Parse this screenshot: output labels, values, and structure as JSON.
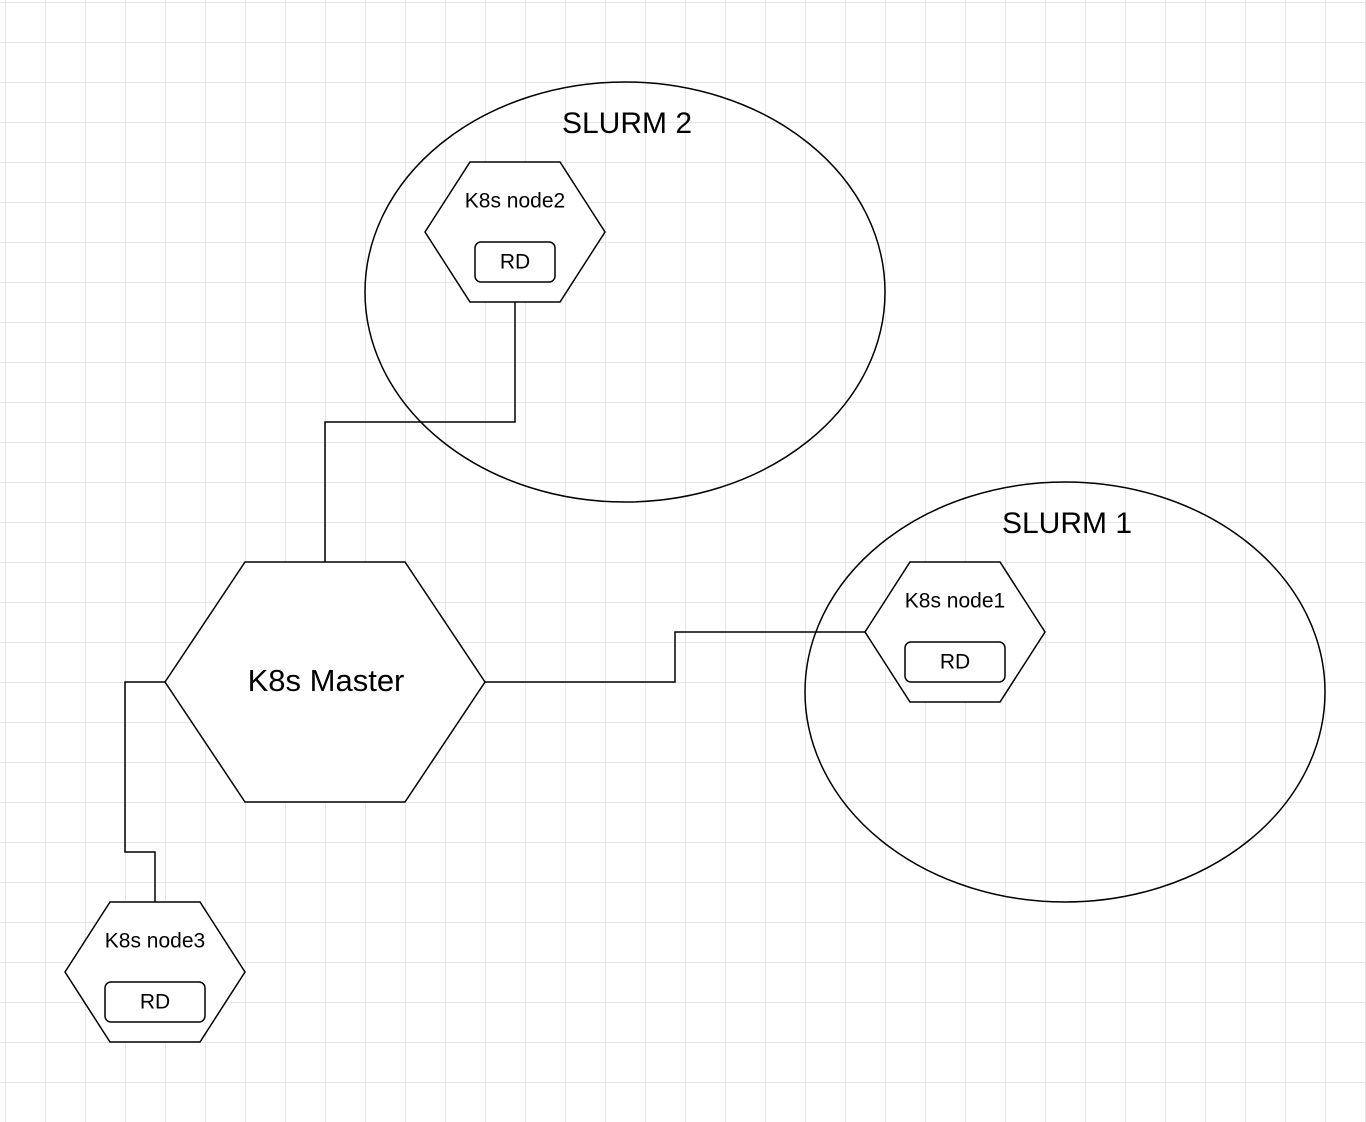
{
  "clusters": {
    "slurm2": {
      "label": "SLURM 2"
    },
    "slurm1": {
      "label": "SLURM 1"
    }
  },
  "master": {
    "label": "K8s Master"
  },
  "nodes": {
    "node1": {
      "label": "K8s node1",
      "component": "RD"
    },
    "node2": {
      "label": "K8s node2",
      "component": "RD"
    },
    "node3": {
      "label": "K8s node3",
      "component": "RD"
    }
  },
  "connections": [
    {
      "from": "K8s Master",
      "to": "K8s node2"
    },
    {
      "from": "K8s Master",
      "to": "K8s node1"
    },
    {
      "from": "K8s Master",
      "to": "K8s node3"
    }
  ]
}
